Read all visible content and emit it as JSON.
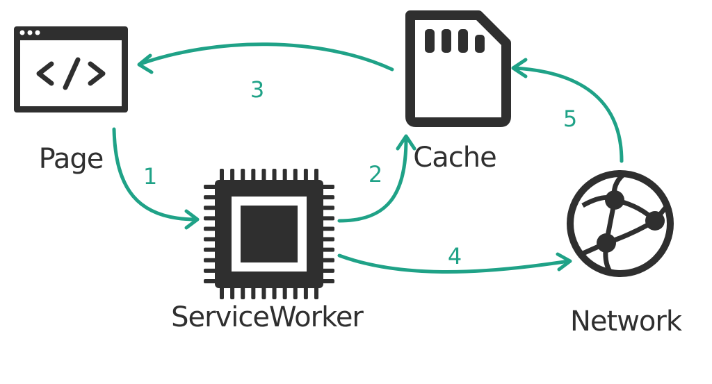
{
  "colors": {
    "ink": "#2f2f2f",
    "accent": "#1fa287",
    "background": "#ffffff"
  },
  "nodes": {
    "page": {
      "label": "Page",
      "icon": "code-window-icon"
    },
    "service_worker": {
      "label": "ServiceWorker",
      "icon": "cpu-chip-icon"
    },
    "cache": {
      "label": "Cache",
      "icon": "sd-card-icon"
    },
    "network": {
      "label": "Network",
      "icon": "globe-network-icon"
    }
  },
  "edges": [
    {
      "step": "1",
      "from": "Page",
      "to": "ServiceWorker"
    },
    {
      "step": "2",
      "from": "ServiceWorker",
      "to": "Cache"
    },
    {
      "step": "3",
      "from": "Cache",
      "to": "Page"
    },
    {
      "step": "4",
      "from": "ServiceWorker",
      "to": "Network"
    },
    {
      "step": "5",
      "from": "Network",
      "to": "Cache"
    }
  ]
}
